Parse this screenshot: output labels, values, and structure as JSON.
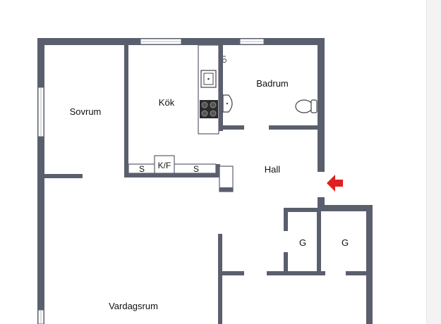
{
  "floor_plan": {
    "rooms": {
      "sovrum": "Sovrum",
      "kok": "Kök",
      "badrum": "Badrum",
      "hall": "Hall",
      "vardagsrum": "Vardagsrum",
      "g1": "G",
      "g2": "G"
    },
    "appliances": {
      "s1": "S",
      "kf": "K/F",
      "s2": "S"
    }
  },
  "colors": {
    "wall": "#5a5f6e",
    "window": "#d9d9dc",
    "entrance_arrow": "#e02020",
    "background": "#ffffff"
  },
  "icons": {
    "entrance": "entrance-arrow-icon",
    "sink": "sink-icon",
    "stove": "stove-icon",
    "toilet": "toilet-icon",
    "washbasin": "washbasin-icon"
  }
}
